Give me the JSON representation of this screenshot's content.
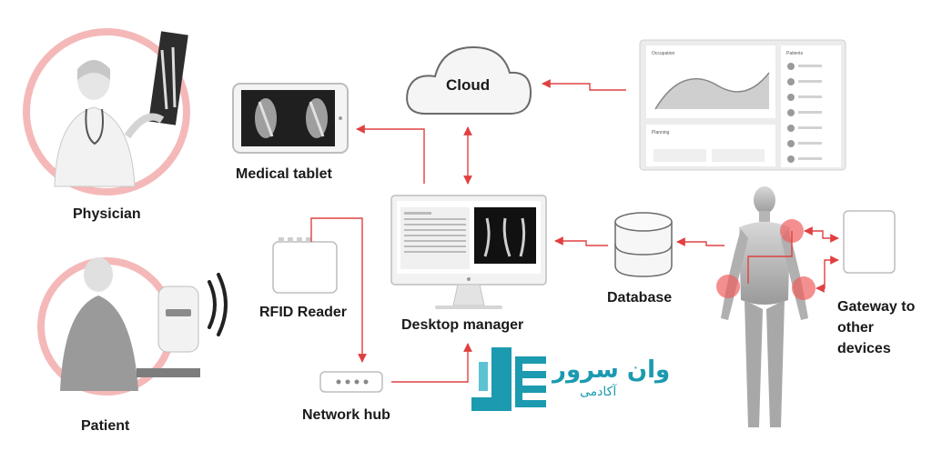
{
  "labels": {
    "physician": "Physician",
    "patient": "Patient",
    "medical_tablet": "Medical tablet",
    "cloud": "Cloud",
    "rfid_reader": "RFID Reader",
    "desktop_manager": "Desktop manager",
    "network_hub": "Network hub",
    "database": "Database",
    "gateway": "Gateway to other devices"
  },
  "dashboard": {
    "occupation_title": "Occupation",
    "patients_title": "Patients",
    "planning_title": "Planning"
  },
  "logo": {
    "main": "وان سرور",
    "sub": "آکادمی"
  },
  "colors": {
    "connector": "#e04040",
    "ring": "#f5b8b8",
    "logo": "#1b9ab0",
    "hotspot": "#f06060"
  }
}
